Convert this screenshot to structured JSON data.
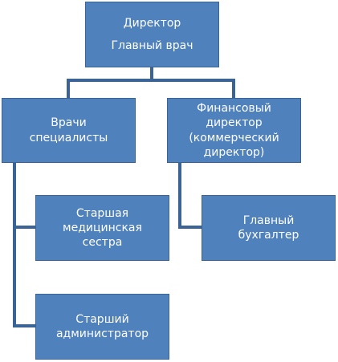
{
  "nodes": {
    "director": {
      "line1": "Директор",
      "line2": "Главный врач"
    },
    "doctors": {
      "line1": "Врачи",
      "line2": "специалисты"
    },
    "finance": {
      "line1": "Финансовый",
      "line2": "директор",
      "line3": "(коммерческий",
      "line4": "директор)"
    },
    "nurse": {
      "line1": "Старшая",
      "line2": "медицинская",
      "line3": "сестра"
    },
    "accountant": {
      "line1": "Главный",
      "line2": "бухгалтер"
    },
    "admin": {
      "line1": "Старший",
      "line2": "администратор"
    }
  },
  "colors": {
    "box_fill": "#4f81bd",
    "box_border": "#3a6496",
    "connector": "#3a6496",
    "text": "#ffffff"
  }
}
